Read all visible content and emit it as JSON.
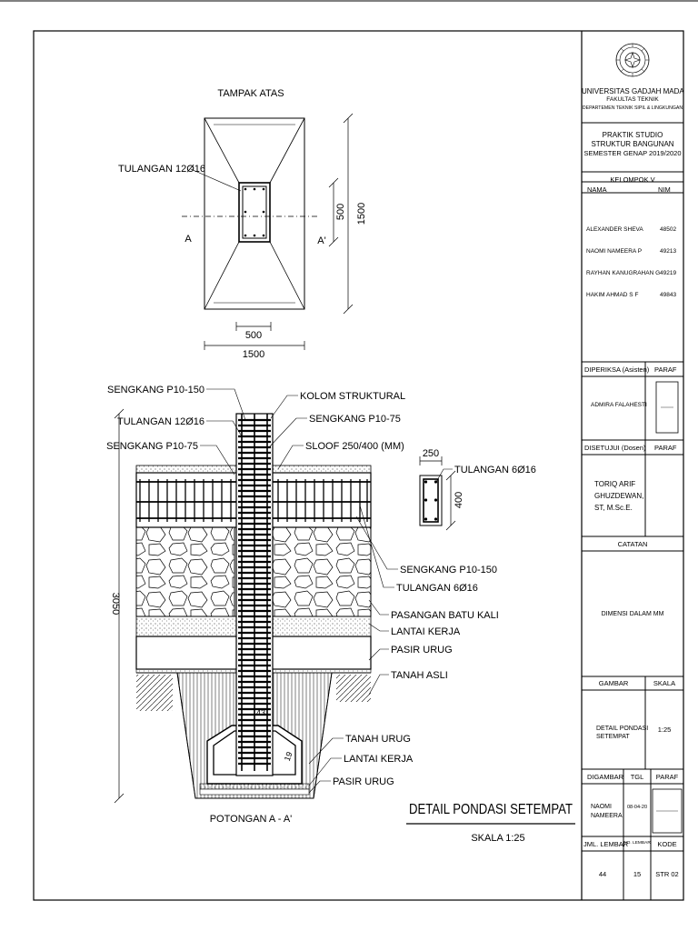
{
  "plan": {
    "title": "TAMPAK ATAS",
    "rebar_label": "TULANGAN 12Ø16",
    "cut_left": "A",
    "cut_right": "A'",
    "dim_col_h": "500",
    "dim_total_h": "1500",
    "dim_col_w": "500",
    "dim_total_w": "1500"
  },
  "section": {
    "title": "POTONGAN A - A'",
    "height_dim": "3050",
    "small_dim_1": "43",
    "small_dim_2": "19",
    "left_labels": [
      "SENGKANG P10-150",
      "TULANGAN 12Ø16",
      "SENGKANG P10-75"
    ],
    "right_labels_top": [
      "KOLOM STRUKTURAL",
      "SENGKANG P10-75",
      "SLOOF 250/400 (MM)"
    ],
    "right_labels_mid": [
      "SENGKANG P10-150",
      "TULANGAN 6Ø16",
      "PASANGAN BATU KALI",
      "LANTAI KERJA",
      "PASIR URUG",
      "TANAH ASLI"
    ],
    "right_labels_bottom": [
      "TANAH URUG",
      "LANTAI KERJA",
      "PASIR URUG"
    ]
  },
  "sloof": {
    "width": "250",
    "height": "400",
    "rebar": "TULANGAN 6Ø16"
  },
  "drawing": {
    "title": "DETAIL PONDASI SETEMPAT",
    "scale": "SKALA 1:25"
  },
  "titleblock": {
    "university": "UNIVERSITAS GADJAH MADA",
    "faculty": "FAKULTAS TEKNIK",
    "department": "DEPARTEMEN TEKNIK SIPIL & LINGKUNGAN",
    "course_1": "PRAKTIK STUDIO",
    "course_2": "STRUKTUR BANGUNAN",
    "course_3": "SEMESTER GENAP 2019/2020",
    "group": "KELOMPOK V",
    "col_name": "NAMA",
    "col_nim": "NIM",
    "members": [
      {
        "name": "ALEXANDER SHEVA",
        "nim": "48502"
      },
      {
        "name": "NAOMI NAMEERA P",
        "nim": "49213"
      },
      {
        "name": "RAYHAN KANUGRAHAN G",
        "nim": "49219"
      },
      {
        "name": "HAKIM AHMAD S F",
        "nim": "49843"
      }
    ],
    "checked_label": "DIPERIKSA (Asisten)",
    "paraf": "PARAF",
    "checked_by": "ADMIRA FALAHESTI",
    "approved_label": "DISETUJUI (Dosen)",
    "approved_1": "TORIQ ARIF",
    "approved_2": "GHUZDEWAN,",
    "approved_3": "ST, M.Sc.E.",
    "notes_label": "CATATAN",
    "notes": "DIMENSI DALAM MM",
    "drawing_label": "GAMBAR",
    "scale_label": "SKALA",
    "drawing_1": "DETAIL PONDASI",
    "drawing_2": "SETEMPAT",
    "scale_value": "1:25",
    "drawn_label": "DIGAMBAR",
    "date_label": "TGL",
    "drawn_1": "NAOMI",
    "drawn_2": "NAMEERA",
    "date_value": "08-04-20",
    "sheets_label": "JML. LEMBAR",
    "sheet_no_label": "NO. LEMBAR",
    "code_label": "KODE",
    "sheets_value": "44",
    "sheet_no_value": "15",
    "code_value": "STR 02"
  }
}
